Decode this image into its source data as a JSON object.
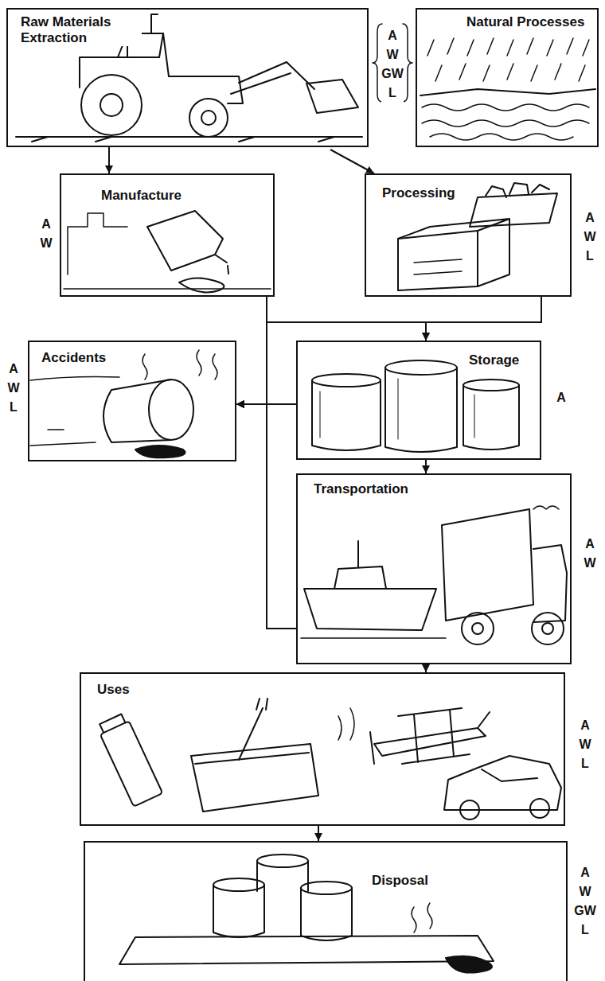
{
  "diagram": {
    "nodes": [
      {
        "text": [
          "Raw Materials Extraction"
        ]
      },
      {
        "text": [
          "Natural Processes"
        ]
      },
      {
        "text": [
          "Manufacture"
        ]
      },
      {
        "text": [
          "Processing"
        ]
      },
      {
        "text": [
          "Accidents"
        ]
      },
      {
        "text": [
          "Storage"
        ]
      },
      {
        "text": [
          "Transportation"
        ]
      },
      {
        "text": [
          "Uses"
        ]
      },
      {
        "text": [
          "Disposal"
        ]
      }
    ],
    "edges": [
      {
        "from": 0,
        "to": 2,
        "arrow": "to"
      },
      {
        "from": 0,
        "to": 3,
        "arrow": "to"
      },
      {
        "from": 2,
        "to": 5,
        "arrow": "to"
      },
      {
        "from": 3,
        "to": 5,
        "arrow": "to"
      },
      {
        "from": 2,
        "to": 4,
        "arrow": "to"
      },
      {
        "from": 3,
        "to": 4,
        "arrow": "to"
      },
      {
        "from": 5,
        "to": 4,
        "arrow": "to"
      },
      {
        "from": 6,
        "to": 4,
        "arrow": "to"
      },
      {
        "from": 5,
        "to": 6,
        "arrow": "to"
      },
      {
        "from": 6,
        "to": 7,
        "arrow": "to"
      },
      {
        "from": 7,
        "to": 8,
        "arrow": "to"
      }
    ],
    "labels": [
      "A W GW L",
      "A W",
      "A W L",
      "A W L",
      "A",
      "A W",
      "A W L",
      "A W GW L"
    ]
  }
}
